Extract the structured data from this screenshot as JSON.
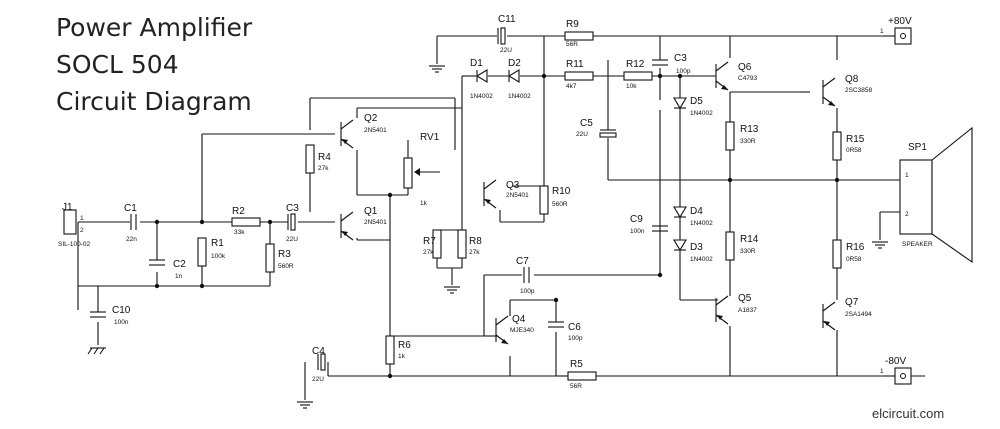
{
  "title_lines": [
    "Power Amplifier",
    "SOCL 504",
    "Circuit Diagram"
  ],
  "credit": "elcircuit.com",
  "components": [
    {
      "ref": "J1",
      "value": "SIL-100-02"
    },
    {
      "ref": "C1",
      "value": "22n"
    },
    {
      "ref": "C2",
      "value": "1n"
    },
    {
      "ref": "C10",
      "value": "100n"
    },
    {
      "ref": "R1",
      "value": "100k"
    },
    {
      "ref": "R2",
      "value": "33k"
    },
    {
      "ref": "R3",
      "value": "560R"
    },
    {
      "ref": "C3",
      "value": "22U"
    },
    {
      "ref": "Q1",
      "value": "2N5401"
    },
    {
      "ref": "Q2",
      "value": "2N5401"
    },
    {
      "ref": "R4",
      "value": "27k"
    },
    {
      "ref": "RV1",
      "value": "1k"
    },
    {
      "ref": "R6",
      "value": "1k"
    },
    {
      "ref": "C4",
      "value": "22U"
    },
    {
      "ref": "R7",
      "value": "27k"
    },
    {
      "ref": "R8",
      "value": "27k"
    },
    {
      "ref": "Q3",
      "value": "2N5401"
    },
    {
      "ref": "D1",
      "value": "1N4002"
    },
    {
      "ref": "D2",
      "value": "1N4002"
    },
    {
      "ref": "C11",
      "value": "22U"
    },
    {
      "ref": "R9",
      "value": "56R"
    },
    {
      "ref": "R10",
      "value": "560R"
    },
    {
      "ref": "R11",
      "value": "4k7"
    },
    {
      "ref": "R12",
      "value": "10k"
    },
    {
      "ref": "C5",
      "value": "22U"
    },
    {
      "ref": "C3",
      "value": "100p"
    },
    {
      "ref": "C7",
      "value": "100p"
    },
    {
      "ref": "Q4",
      "value": "MJE340"
    },
    {
      "ref": "C6",
      "value": "100p"
    },
    {
      "ref": "R5",
      "value": "56R"
    },
    {
      "ref": "C9",
      "value": "100n"
    },
    {
      "ref": "D5",
      "value": "1N4002"
    },
    {
      "ref": "D4",
      "value": "1N4002"
    },
    {
      "ref": "D3",
      "value": "1N4002"
    },
    {
      "ref": "Q6",
      "value": "C4793"
    },
    {
      "ref": "Q5",
      "value": "A1837"
    },
    {
      "ref": "R13",
      "value": "330R"
    },
    {
      "ref": "R14",
      "value": "330R"
    },
    {
      "ref": "Q8",
      "value": "2SC3858"
    },
    {
      "ref": "Q7",
      "value": "2SA1494"
    },
    {
      "ref": "R15",
      "value": "0R58"
    },
    {
      "ref": "R16",
      "value": "0R58"
    },
    {
      "ref": "SP1",
      "value": "SPEAKER"
    }
  ],
  "rails": [
    {
      "label": "+80V",
      "pin": "1"
    },
    {
      "label": "-80V",
      "pin": "1"
    }
  ],
  "pins": [
    "1",
    "2",
    "1",
    "2"
  ]
}
